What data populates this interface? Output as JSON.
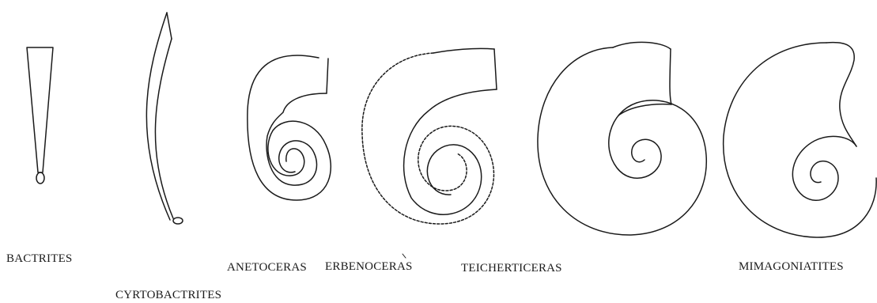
{
  "labels": {
    "bactrites": "BACTRITES",
    "cyrtobactrites": "CYRTOBACTRITES",
    "anetoceras": "ANETOCERAS",
    "erbenoceras": "ERBENOCERAS",
    "teicherticeras": "TEICHERTICERAS",
    "mimagoniatites": "MIMAGONIATITES"
  },
  "colors": {
    "stroke": "#1a1a1a",
    "background": "#ffffff"
  }
}
